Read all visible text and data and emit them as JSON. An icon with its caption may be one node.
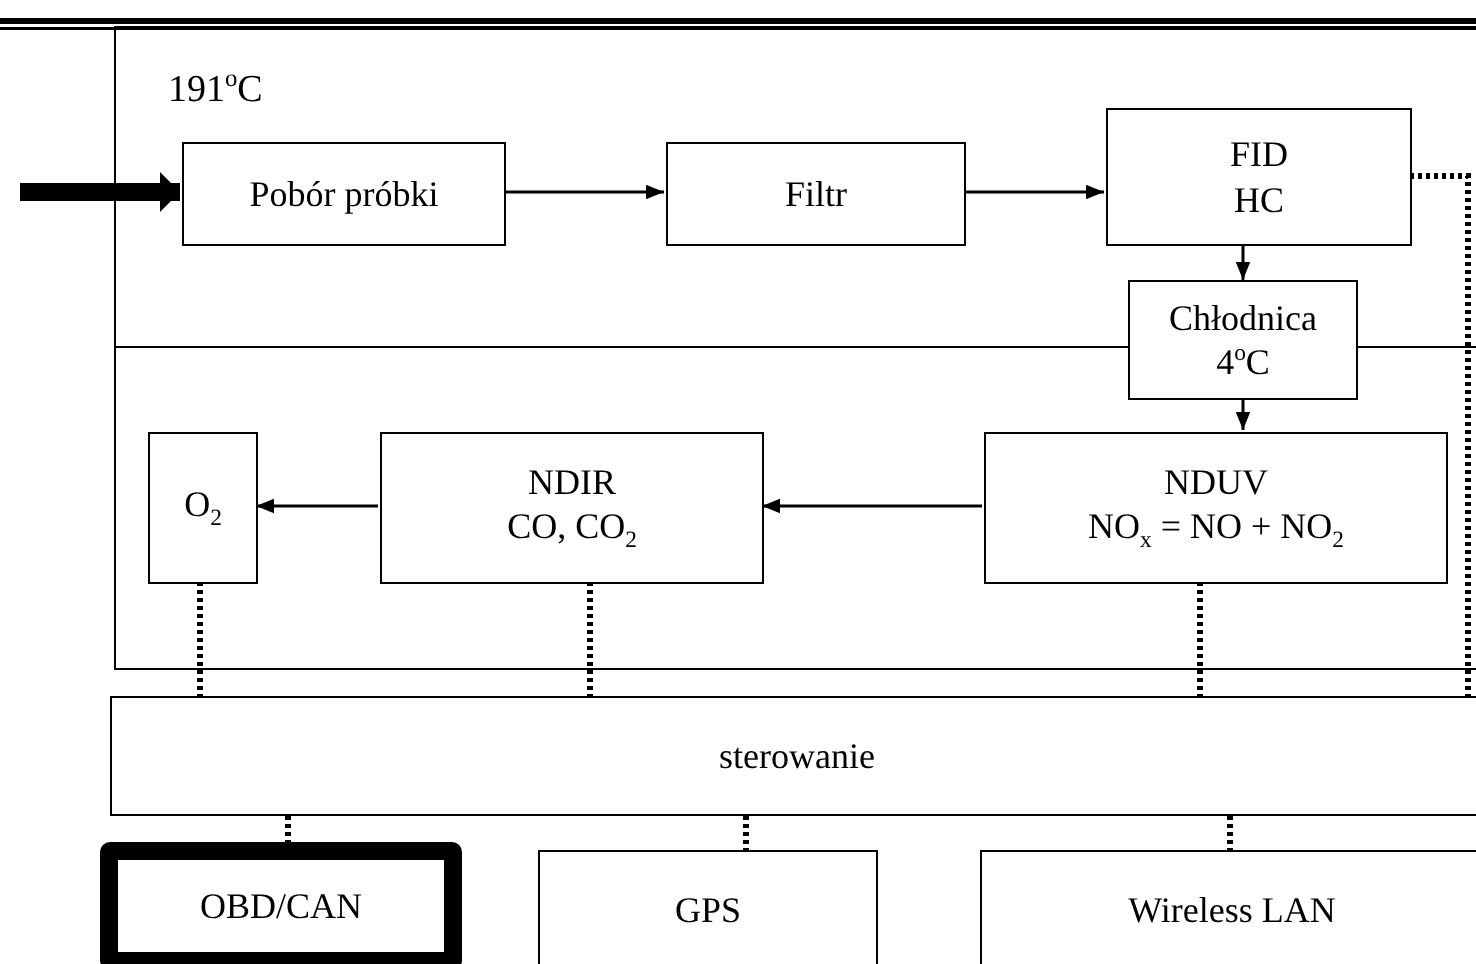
{
  "diagram": {
    "nodes": [
      {
        "text": [
          "191$^{o}$C"
        ]
      },
      {
        "text": [
          "Pobór próbki"
        ],
        "in": 0
      },
      {
        "text": [
          "Filtr"
        ],
        "in": 0
      },
      {
        "text": [
          "FID HC"
        ],
        "in": 0
      },
      {
        "text": [
          "Chłodnica 4$^{o}$C"
        ]
      },
      {
        "text": [],
        "shape": "box"
      },
      {
        "text": [
          "O$_{2}$"
        ],
        "in": 5
      },
      {
        "text": [
          "NDIR CO, CO$_{2}$"
        ],
        "in": 5
      },
      {
        "text": [
          "NDUV NO$_{x}$ = NO + NO$_{2}$"
        ],
        "in": 5
      },
      {
        "text": [
          "sterowanie"
        ]
      },
      {
        "text": [
          "OBD/CAN"
        ]
      },
      {
        "text": [
          "GPS"
        ]
      },
      {
        "text": [
          "Wireless LAN"
        ]
      }
    ],
    "edges": [
      {
        "from": null,
        "to": 1,
        "arrow": "to",
        "style": "thick"
      },
      {
        "from": 1,
        "to": 2,
        "arrow": "to"
      },
      {
        "from": 2,
        "to": 3,
        "arrow": "to"
      },
      {
        "from": 3,
        "to": 4,
        "arrow": "to"
      },
      {
        "from": 4,
        "to": 8,
        "arrow": "to"
      },
      {
        "from": 8,
        "to": 7,
        "arrow": "to"
      },
      {
        "from": 7,
        "to": 6,
        "arrow": "to"
      },
      {
        "from": 3,
        "to": 9,
        "arrow": "none",
        "style": "dashed"
      },
      {
        "from": 6,
        "to": 9,
        "arrow": "none",
        "style": "dashed"
      },
      {
        "from": 7,
        "to": 9,
        "arrow": "none",
        "style": "dashed"
      },
      {
        "from": 8,
        "to": 9,
        "arrow": "none",
        "style": "dashed"
      },
      {
        "from": 9,
        "to": 10,
        "arrow": "none",
        "style": "dashed"
      },
      {
        "from": 9,
        "to": 11,
        "arrow": "none",
        "style": "dashed"
      },
      {
        "from": 9,
        "to": 12,
        "arrow": "none",
        "style": "dashed"
      }
    ]
  }
}
